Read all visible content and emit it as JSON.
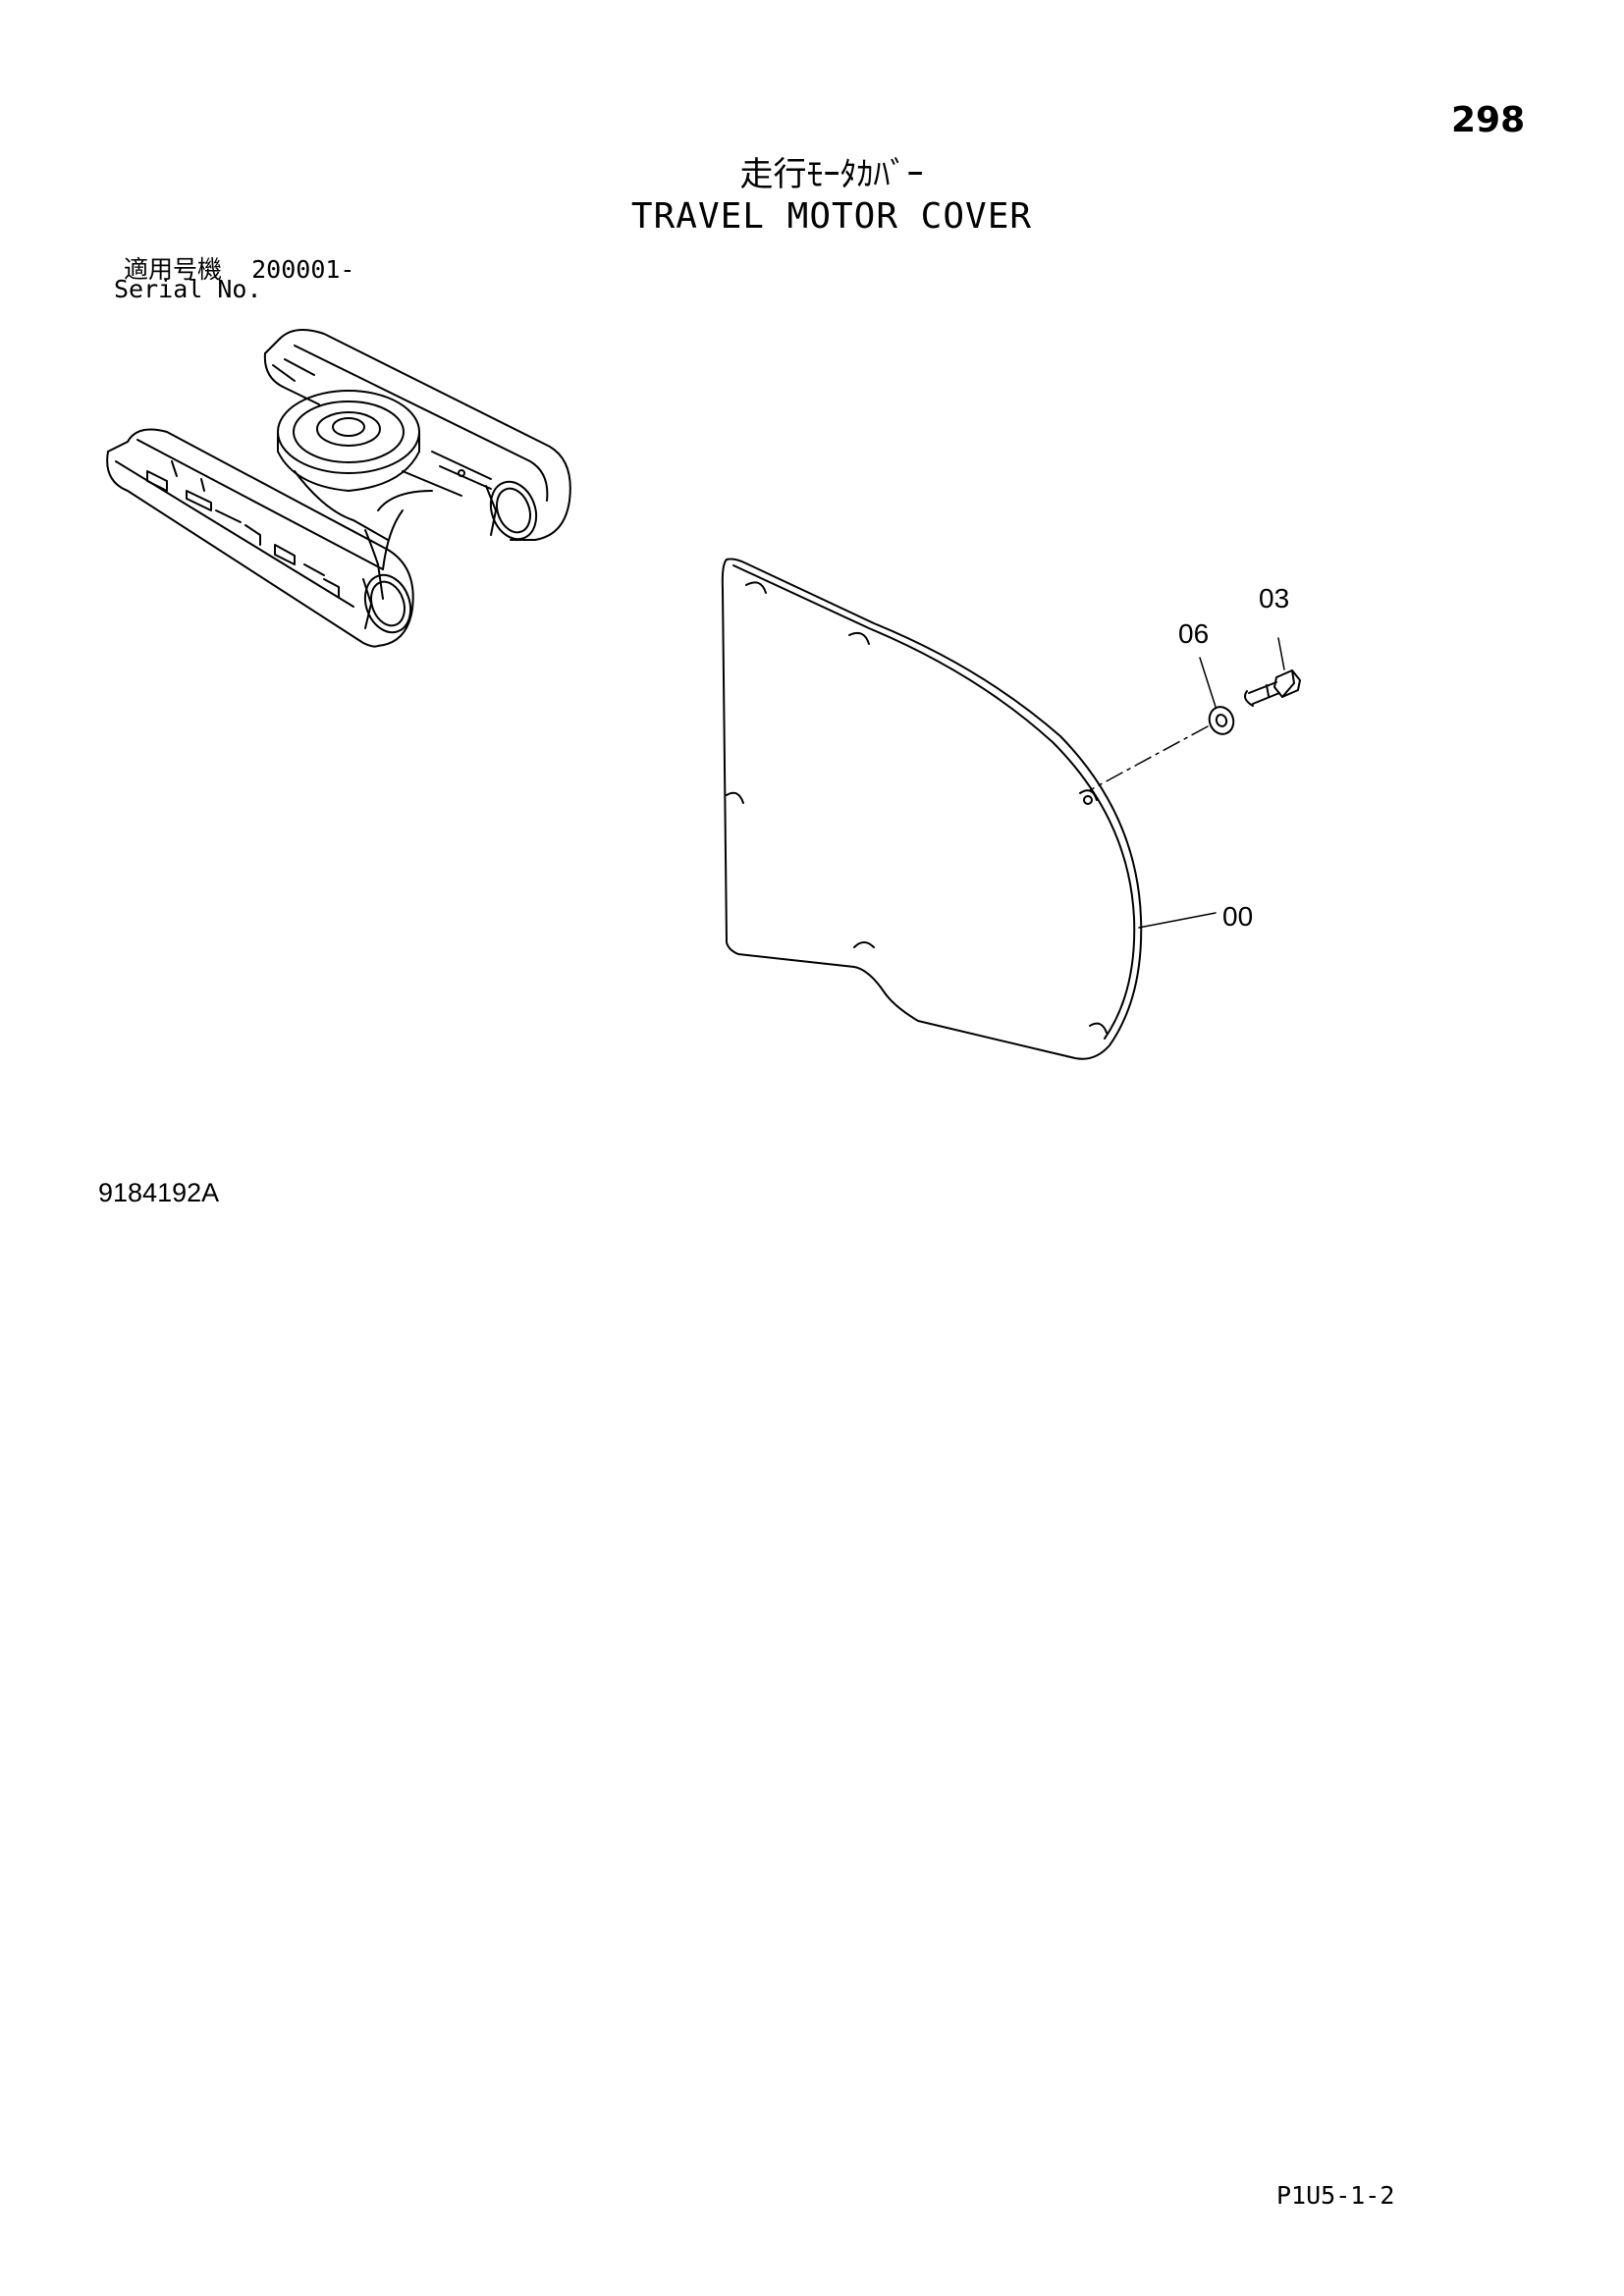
{
  "page": {
    "number": "298",
    "title_ja": "走行ﾓｰﾀｶﾊﾞｰ",
    "title_en": "TRAVEL MOTOR COVER",
    "serial_label_ja": "適用号機",
    "serial_value": "200001-",
    "serial_label_en": "Serial No.",
    "figure_code": "9184192A",
    "footer_code": "P1U5-1-2"
  },
  "callouts": [
    {
      "id": "03",
      "label": "03",
      "part": "bolt"
    },
    {
      "id": "06",
      "label": "06",
      "part": "washer"
    },
    {
      "id": "00",
      "label": "00",
      "part": "cover-plate"
    }
  ],
  "colors": {
    "ink": "#000000",
    "paper": "#ffffff"
  }
}
